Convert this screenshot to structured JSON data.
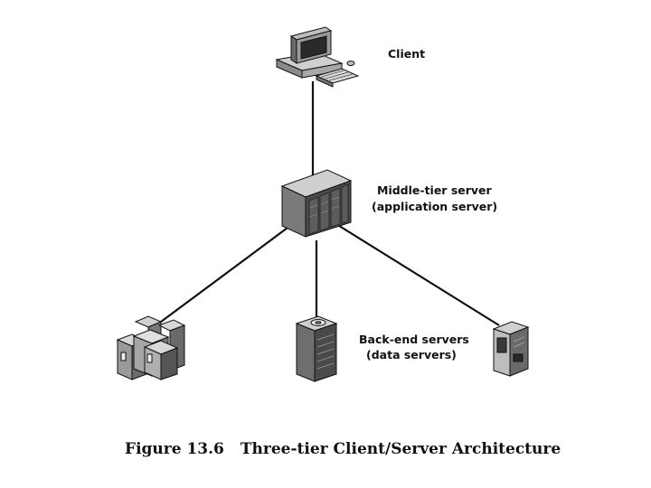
{
  "diagram": {
    "client_label": "Client",
    "middle_label_line1": "Middle-tier server",
    "middle_label_line2": "(application server)",
    "backend_label_line1": "Back-end servers",
    "backend_label_line2": "(data servers)"
  },
  "caption": {
    "figure_number": "Figure 13.6",
    "title": "Three-tier Client/Server Architecture"
  },
  "icons": {
    "client": "desktop-computer-icon",
    "middle": "rack-server-icon",
    "backend_left": "cluster-server-icon",
    "backend_center": "tower-server-icon",
    "backend_right": "cabinet-server-icon"
  }
}
